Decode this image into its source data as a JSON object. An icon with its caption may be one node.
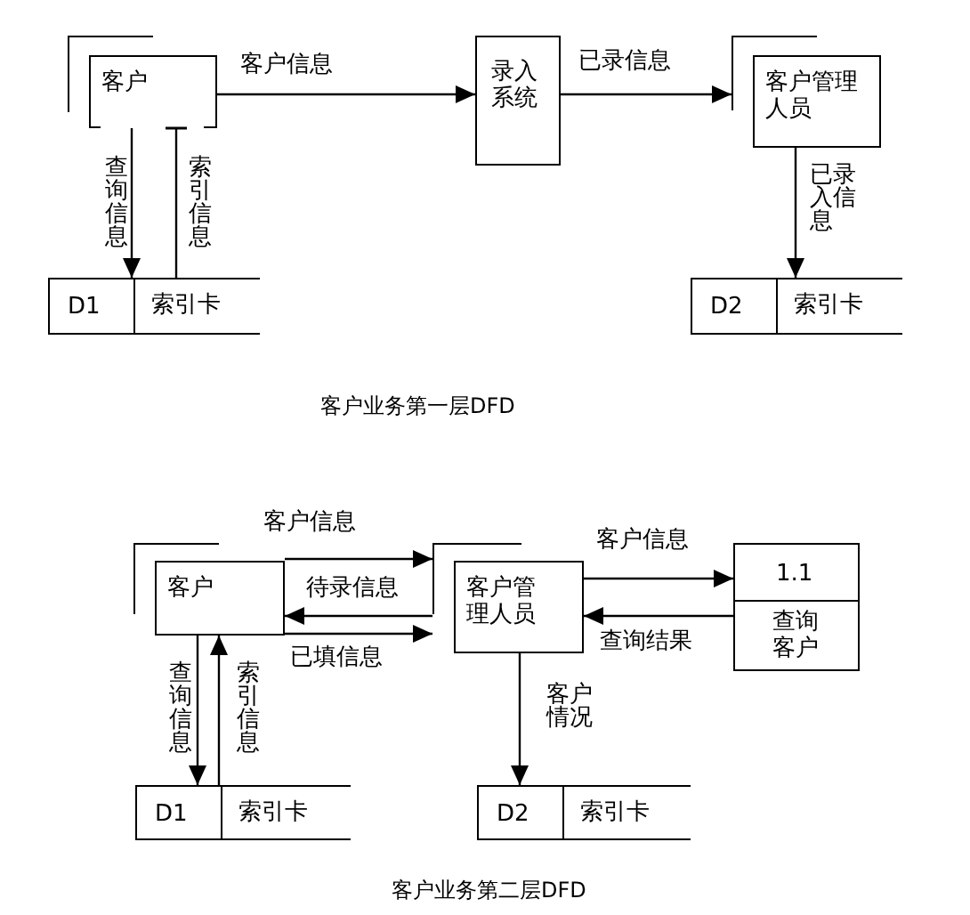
{
  "diagram": {
    "nodes": [
      {
        "text": [
          "客户"
        ]
      },
      {
        "text": [
          "录入系统"
        ]
      },
      {
        "text": [
          "客户管理人员"
        ]
      },
      {
        "text": [
          "D1",
          "索引卡"
        ]
      },
      {
        "text": [
          "D2",
          "索引卡"
        ]
      },
      {
        "text": [
          "客户"
        ]
      },
      {
        "text": [
          "客户管理人员"
        ]
      },
      {
        "text": [
          "1.1",
          "查询客户"
        ]
      },
      {
        "text": [
          "D1",
          "索引卡"
        ]
      },
      {
        "text": [
          "D2",
          "索引卡"
        ]
      }
    ],
    "edges": [
      {
        "from": 0,
        "to": 1,
        "arrow": "to",
        "label": "客户信息"
      },
      {
        "from": 1,
        "to": 2,
        "arrow": "to",
        "label": "已录信息"
      },
      {
        "from": 0,
        "to": 3,
        "arrow": "to",
        "label": "查询信息"
      },
      {
        "from": 3,
        "to": 0,
        "arrow": "other",
        "label": "索引信息"
      },
      {
        "from": 2,
        "to": 4,
        "arrow": "to",
        "label": "已录入信息"
      },
      {
        "from": 5,
        "to": 6,
        "arrow": "to",
        "label": "客户信息"
      },
      {
        "from": 6,
        "to": 5,
        "arrow": "to",
        "label": "待录信息"
      },
      {
        "from": 5,
        "to": 6,
        "arrow": "to",
        "label": "已填信息"
      },
      {
        "from": 6,
        "to": 7,
        "arrow": "to",
        "label": "客户信息"
      },
      {
        "from": 7,
        "to": 6,
        "arrow": "to",
        "label": "查询结果"
      },
      {
        "from": 5,
        "to": 8,
        "arrow": "to",
        "label": "查询信息"
      },
      {
        "from": 8,
        "to": 5,
        "arrow": "to",
        "label": "索引信息"
      },
      {
        "from": 6,
        "to": 9,
        "arrow": "to",
        "label": "客户情况"
      }
    ],
    "labels": [
      "客户业务第一层DFD",
      "客户业务第二层DFD"
    ]
  }
}
